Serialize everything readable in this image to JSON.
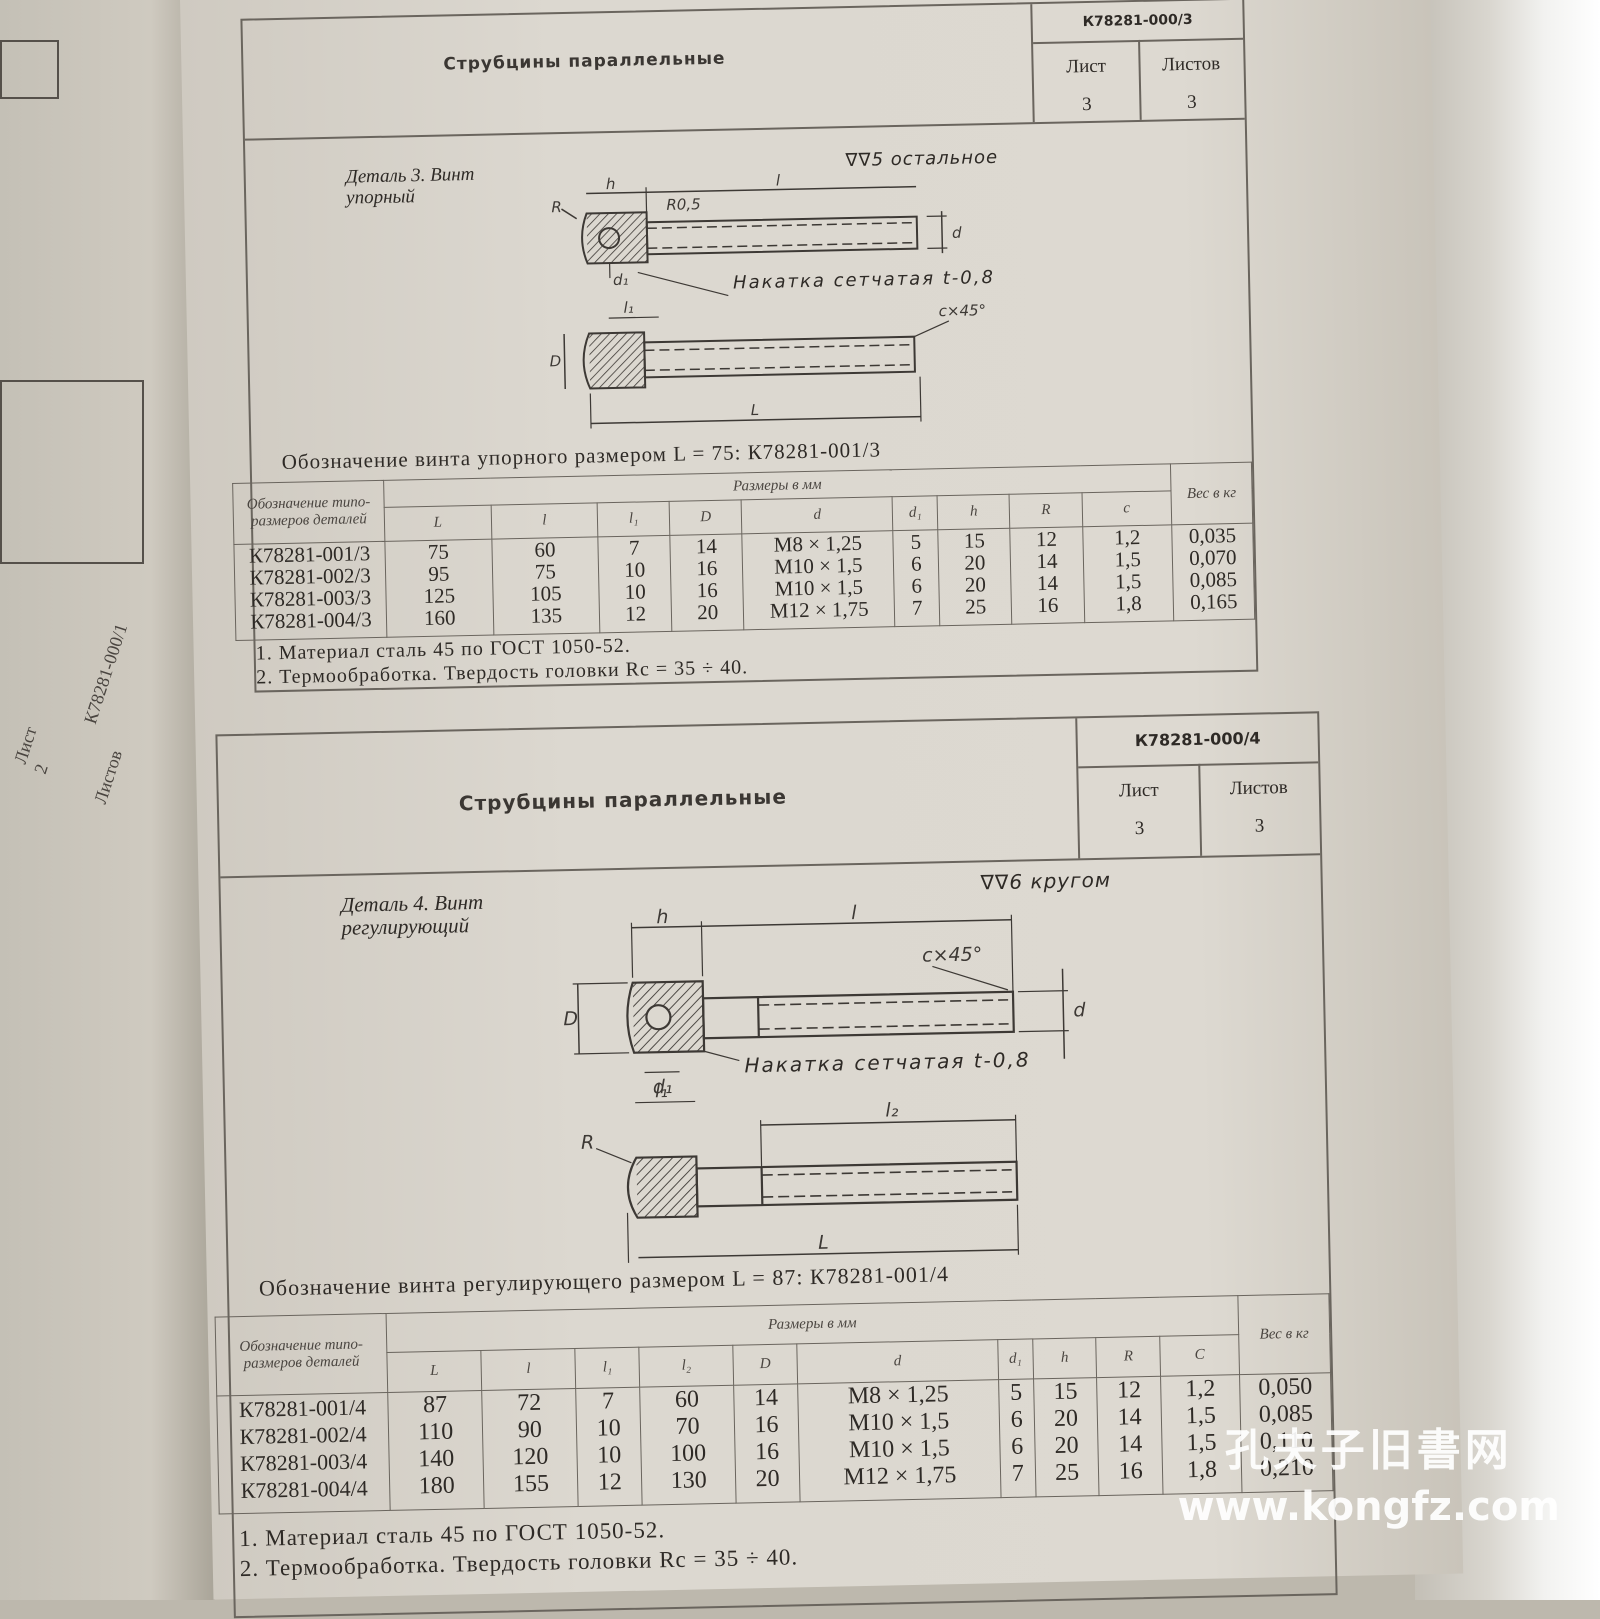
{
  "sheets": [
    {
      "title": "Струбцины параллельные",
      "code": "К78281-000/3",
      "sheet_label": "Лист",
      "sheet_num": "3",
      "sheets_label": "Листов",
      "sheets_num": "3",
      "part_label": "Деталь 3. Винт упорный",
      "finish": "∇∇5 остальное",
      "knurl": "Накатка сетчатая t-0,8",
      "designation": "Обозначение винта упорного размером L = 75: К78281-001/3",
      "drawing_labels": [
        "h",
        "l",
        "R",
        "R0,5",
        "d",
        "d₁",
        "D",
        "l₁",
        "c×45°",
        "L"
      ],
      "table": {
        "designation_header": "Обозначение типо-размеров деталей",
        "dims_header": "Размеры в мм",
        "weight_header": "Вес в кг",
        "columns": [
          "L",
          "l",
          "l₁",
          "D",
          "d",
          "d₁",
          "h",
          "R",
          "c"
        ],
        "rows": [
          {
            "id": "К78281-001/3",
            "vals": [
              "75",
              "60",
              "7",
              "14",
              "М8 × 1,25",
              "5",
              "15",
              "12",
              "1,2"
            ],
            "weight": "0,035"
          },
          {
            "id": "К78281-002/3",
            "vals": [
              "95",
              "75",
              "10",
              "16",
              "М10 × 1,5",
              "6",
              "20",
              "14",
              "1,5"
            ],
            "weight": "0,070"
          },
          {
            "id": "К78281-003/3",
            "vals": [
              "125",
              "105",
              "10",
              "16",
              "М10 × 1,5",
              "6",
              "20",
              "14",
              "1,5"
            ],
            "weight": "0,085"
          },
          {
            "id": "К78281-004/3",
            "vals": [
              "160",
              "135",
              "12",
              "20",
              "М12 × 1,75",
              "7",
              "25",
              "16",
              "1,8"
            ],
            "weight": "0,165"
          }
        ]
      },
      "notes": [
        "1. Материал сталь 45 по ГОСТ 1050-52.",
        "2. Термообработка. Твердость головки Rc = 35 ÷ 40."
      ]
    },
    {
      "title": "Струбцины параллельные",
      "code": "К78281-000/4",
      "sheet_label": "Лист",
      "sheet_num": "3",
      "sheets_label": "Листов",
      "sheets_num": "3",
      "part_label": "Деталь 4. Винт регулирующий",
      "finish": "∇∇6 кругом",
      "knurl": "Накатка сетчатая t-0,8",
      "designation": "Обозначение винта регулирующего размером L = 87: К78281-001/4",
      "drawing_labels": [
        "h",
        "l",
        "c×45°",
        "D",
        "d",
        "d₁",
        "l₁",
        "l₂",
        "R",
        "L"
      ],
      "table": {
        "designation_header": "Обозначение типо-размеров деталей",
        "dims_header": "Размеры в мм",
        "weight_header": "Вес в кг",
        "columns": [
          "L",
          "l",
          "l₁",
          "l₂",
          "D",
          "d",
          "d₁",
          "h",
          "R",
          "C"
        ],
        "rows": [
          {
            "id": "К78281-001/4",
            "vals": [
              "87",
              "72",
              "7",
              "60",
              "14",
              "М8 × 1,25",
              "5",
              "15",
              "12",
              "1,2"
            ],
            "weight": "0,050"
          },
          {
            "id": "К78281-002/4",
            "vals": [
              "110",
              "90",
              "10",
              "70",
              "16",
              "М10 × 1,5",
              "6",
              "20",
              "14",
              "1,5"
            ],
            "weight": "0,085"
          },
          {
            "id": "К78281-003/4",
            "vals": [
              "140",
              "120",
              "10",
              "100",
              "16",
              "М10 × 1,5",
              "6",
              "20",
              "14",
              "1,5"
            ],
            "weight": "0,110"
          },
          {
            "id": "К78281-004/4",
            "vals": [
              "180",
              "155",
              "12",
              "130",
              "20",
              "М12 × 1,75",
              "7",
              "25",
              "16",
              "1,8"
            ],
            "weight": "0,210"
          }
        ]
      },
      "notes": [
        "1. Материал сталь 45 по ГОСТ 1050-52.",
        "2. Термообработка. Твердость головки Rc = 35 ÷ 40."
      ]
    }
  ],
  "left_page": {
    "fragments": [
      "К78281-000/1",
      "Лист",
      "2",
      "Листов"
    ]
  },
  "watermark": {
    "text": "孔夫子旧書网",
    "url": "www.kongfz.com"
  }
}
